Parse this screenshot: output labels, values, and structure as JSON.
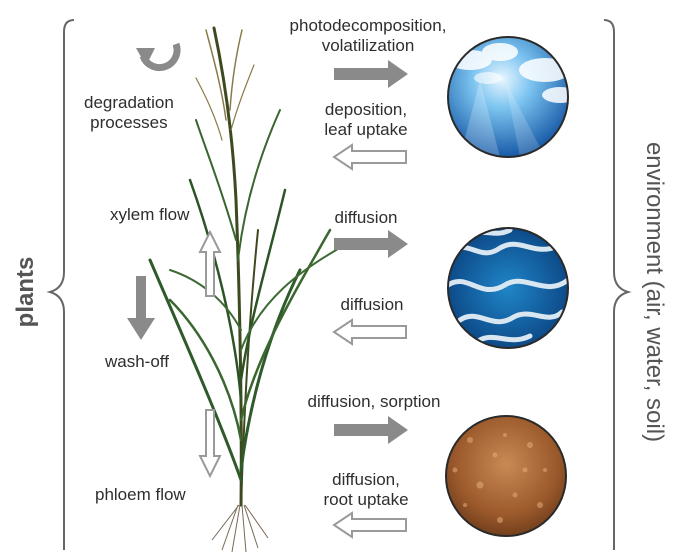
{
  "left_label": "plants",
  "right_label": "environment (air, water, soil)",
  "plant_processes": {
    "degradation": [
      "degradation",
      "processes"
    ],
    "xylem": "xylem flow",
    "washoff": "wash-off",
    "phloem": "phloem flow"
  },
  "exchanges": {
    "air_out": [
      "photodecomposition,",
      "volatilization"
    ],
    "air_in": [
      "deposition,",
      "leaf uptake"
    ],
    "water_out": "diffusion",
    "water_in": "diffusion",
    "soil_out": "diffusion, sorption",
    "soil_in": [
      "diffusion,",
      "root uptake"
    ]
  },
  "colors": {
    "arrow": "#8a8a8a",
    "brace": "#666666",
    "text": "#2e2e2e"
  }
}
